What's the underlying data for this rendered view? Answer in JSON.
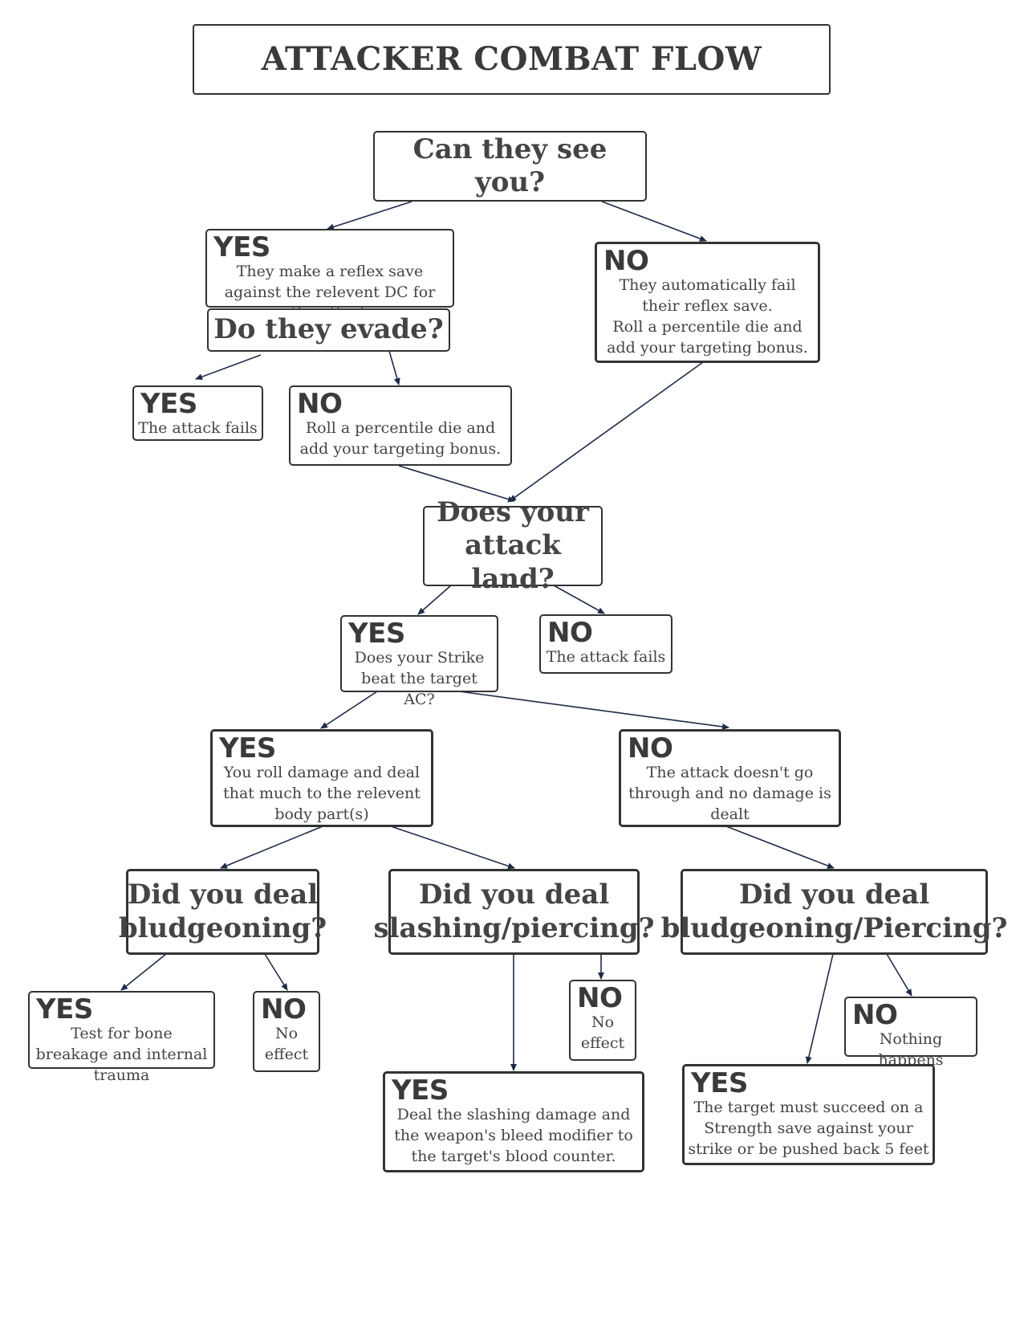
{
  "title": "ATTACKER COMBAT FLOW",
  "nodes": {
    "see": {
      "text": "Can they see you?"
    },
    "see_yes": {
      "head": "YES",
      "body": "They make a reflex save against the relevent DC for the attack"
    },
    "evade": {
      "text": "Do they evade?"
    },
    "see_no": {
      "head": "NO",
      "body": "They automatically fail their reflex save.\nRoll a percentile die and add your targeting bonus."
    },
    "evade_yes": {
      "head": "YES",
      "body": "The attack fails"
    },
    "evade_no": {
      "head": "NO",
      "body": "Roll a percentile die and add your targeting bonus."
    },
    "land": {
      "text": "Does your attack land?"
    },
    "land_yes": {
      "head": "YES",
      "body": "Does your Strike beat the target AC?"
    },
    "land_no": {
      "head": "NO",
      "body": "The attack fails"
    },
    "ac_yes": {
      "head": "YES",
      "body": "You roll damage and deal that much to the relevent body part(s)"
    },
    "ac_no": {
      "head": "NO",
      "body": "The attack doesn't go through and no damage is dealt"
    },
    "bludg": {
      "text": "Did you deal bludgeoning?"
    },
    "slash": {
      "text": "Did you deal slashing/piercing?"
    },
    "bludpierce": {
      "text": "Did you deal bludgeoning/Piercing?"
    },
    "bludg_yes": {
      "head": "YES",
      "body": "Test for bone breakage and internal trauma"
    },
    "bludg_no": {
      "head": "NO",
      "body": "No effect"
    },
    "slash_no": {
      "head": "NO",
      "body": "No effect"
    },
    "slash_yes": {
      "head": "YES",
      "body": "Deal the slashing damage and the weapon's bleed modifier to the target's blood counter."
    },
    "bp_no": {
      "head": "NO",
      "body": "Nothing happens"
    },
    "bp_yes": {
      "head": "YES",
      "body": "The target must succeed on a Strength save against your strike or be pushed back 5 feet"
    }
  },
  "colors": {
    "line": "#1f2a48",
    "border": "#333333",
    "text": "#444444"
  }
}
